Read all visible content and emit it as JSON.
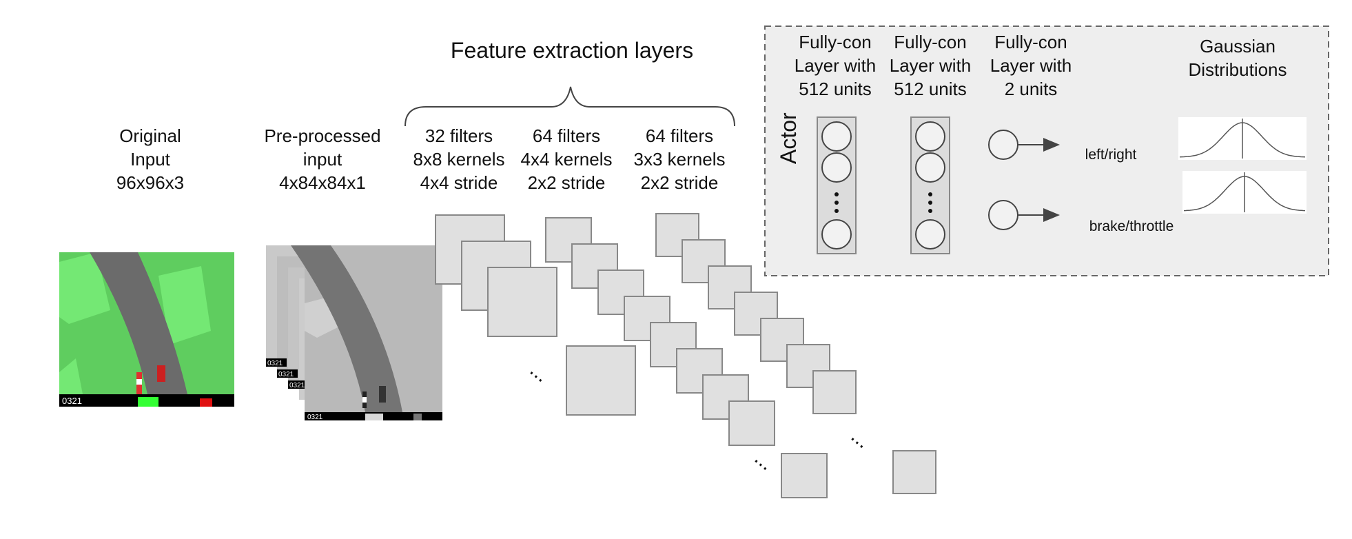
{
  "title": "Feature extraction layers",
  "input": {
    "lines": [
      "Original",
      "Input",
      "96x96x3"
    ],
    "hud_counter": "0321"
  },
  "preprocessed": {
    "lines": [
      "Pre-processed",
      "input",
      "4x84x84x1"
    ],
    "hud_counter": "0321",
    "stack_counters": [
      "0321",
      "0321",
      "0321"
    ]
  },
  "conv_layers": [
    {
      "lines": [
        "32 filters",
        "8x8 kernels",
        "4x4 stride"
      ]
    },
    {
      "lines": [
        "64 filters",
        "4x4 kernels",
        "2x2 stride"
      ]
    },
    {
      "lines": [
        "64 filters",
        "3x3 kernels",
        "2x2 stride"
      ]
    }
  ],
  "actor": {
    "label": "Actor",
    "fc_layers": [
      {
        "lines": [
          "Fully-con",
          "Layer with",
          "512 units"
        ]
      },
      {
        "lines": [
          "Fully-con",
          "Layer with",
          "512 units"
        ]
      },
      {
        "lines": [
          "Fully-con",
          "Layer with",
          "2 units"
        ]
      }
    ],
    "gaussian_title": [
      "Gaussian",
      "Distributions"
    ],
    "outputs": [
      "left/right",
      "brake/throttle"
    ]
  },
  "colors": {
    "grass": "#5fcd5f",
    "grass_light": "#74e874",
    "road": "#6b6b6b",
    "filter_fill": "#e0e0e0",
    "filter_stroke": "#888888",
    "actor_bg": "#eeeeee",
    "actor_border": "#666666"
  }
}
